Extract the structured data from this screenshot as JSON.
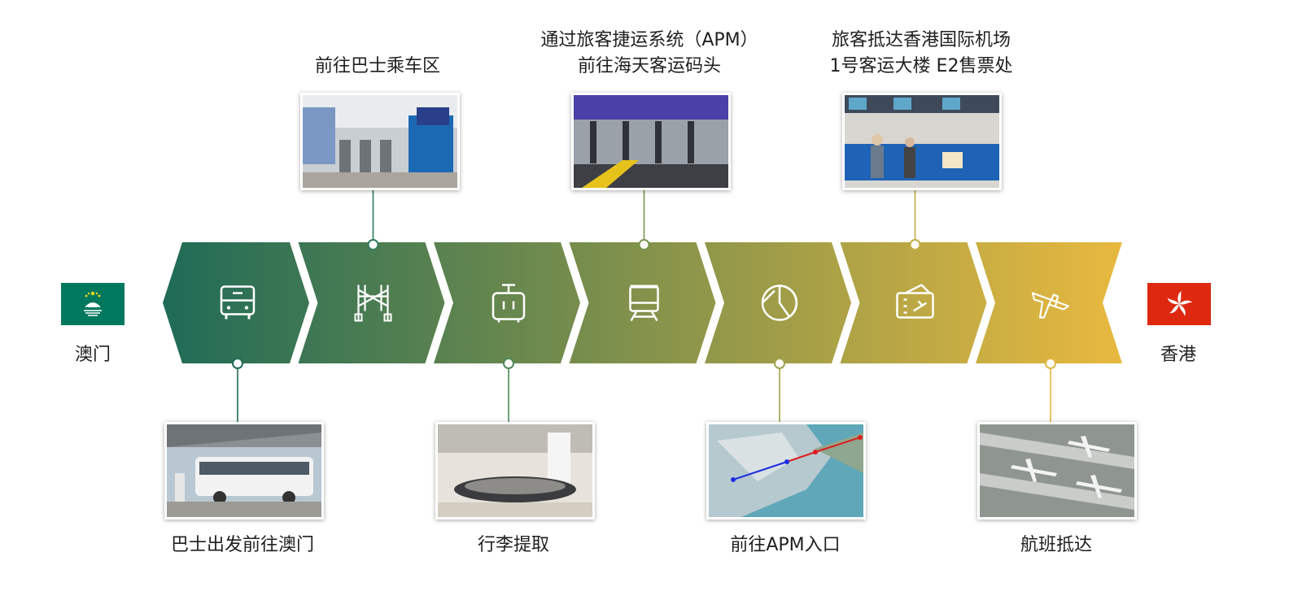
{
  "endpoints": {
    "left": {
      "name": "澳门",
      "flag": "macau-flag",
      "color": "#00785e"
    },
    "right": {
      "name": "香港",
      "flag": "hong-kong-flag",
      "color": "#de2910"
    }
  },
  "steps": [
    {
      "icon": "bus-icon",
      "label_lines": [
        "巴士出发前往澳门"
      ],
      "position": "bottom",
      "photo": "bus-at-terminal-photo",
      "color": "#1f6b57"
    },
    {
      "icon": "gate-icon",
      "label_lines": [
        "前往巴士乘车区"
      ],
      "position": "top",
      "photo": "boarding-gates-photo",
      "color": "#2f7d5a"
    },
    {
      "icon": "luggage-icon",
      "label_lines": [
        "行李提取"
      ],
      "position": "bottom",
      "photo": "baggage-carousel-photo",
      "color": "#4e8a56"
    },
    {
      "icon": "train-icon",
      "label_lines": [
        "通过旅客捷运系统（APM）",
        "前往海天客运码头"
      ],
      "position": "top",
      "photo": "apm-platform-photo",
      "color": "#789551"
    },
    {
      "icon": "apm-entrance-icon",
      "label_lines": [
        "前往APM入口"
      ],
      "position": "bottom",
      "photo": "airport-map-photo",
      "color": "#9ea34b"
    },
    {
      "icon": "ticket-icon",
      "label_lines": [
        "旅客抵达香港国际机场",
        "1号客运大楼 E2售票处"
      ],
      "position": "top",
      "photo": "ticket-counter-photo",
      "color": "#c2ad46"
    },
    {
      "icon": "plane-icon",
      "label_lines": [
        "航班抵达"
      ],
      "position": "bottom",
      "photo": "aircraft-apron-photo",
      "color": "#e3b63f"
    }
  ],
  "gradient": {
    "start": "#1f6b57",
    "end": "#e8b93f"
  }
}
